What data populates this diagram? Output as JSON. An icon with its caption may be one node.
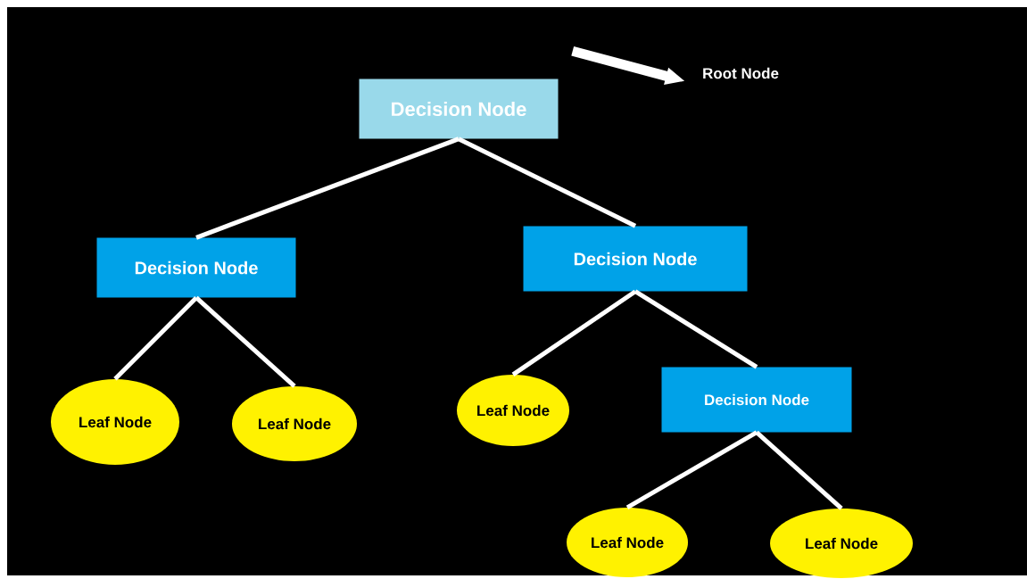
{
  "diagram": {
    "nodes": [
      {
        "text": [
          "Decision Node"
        ]
      },
      {
        "text": [
          "Root Node"
        ]
      },
      {
        "text": [
          "Decision Node"
        ]
      },
      {
        "text": [
          "Decision Node"
        ]
      },
      {
        "text": [
          "Leaf Node"
        ]
      },
      {
        "text": [
          "Leaf Node"
        ]
      },
      {
        "text": [
          "Leaf Node"
        ]
      },
      {
        "text": [
          "Decision Node"
        ]
      },
      {
        "text": [
          "Leaf Node"
        ]
      },
      {
        "text": [
          "Leaf Node"
        ]
      }
    ],
    "edges": [
      {
        "from": 0,
        "to": 1,
        "arrow": "to",
        "style": "thick"
      },
      {
        "from": 0,
        "to": 2,
        "arrow": "none"
      },
      {
        "from": 0,
        "to": 3,
        "arrow": "none"
      },
      {
        "from": 2,
        "to": 4,
        "arrow": "none"
      },
      {
        "from": 2,
        "to": 5,
        "arrow": "none"
      },
      {
        "from": 3,
        "to": 6,
        "arrow": "none"
      },
      {
        "from": 3,
        "to": 7,
        "arrow": "none"
      },
      {
        "from": 7,
        "to": 8,
        "arrow": "none"
      },
      {
        "from": 7,
        "to": 9,
        "arrow": "none"
      }
    ]
  }
}
